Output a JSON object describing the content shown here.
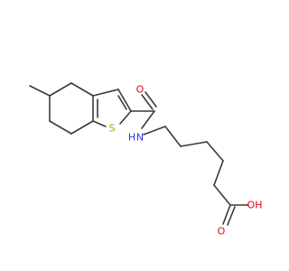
{
  "diagram": {
    "atom_labels": {
      "sulfur": "S",
      "amide_oxygen": "O",
      "amide_nitrogen": "N",
      "amide_hydrogen": "H",
      "acid_oxygen_double": "O",
      "acid_hydroxyl": "OH"
    },
    "colors": {
      "bond": "#3a3a3a",
      "carbon_skeleton": "#3a3a3a",
      "sulfur": "#b5a100",
      "oxygen": "#e8001a",
      "nitrogen": "#2a35e8"
    }
  }
}
